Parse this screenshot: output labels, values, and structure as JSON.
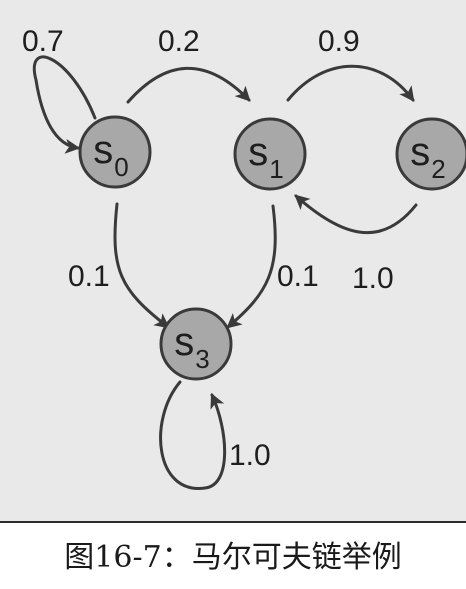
{
  "states": [
    {
      "id": "s0",
      "base": "s",
      "sub": "0"
    },
    {
      "id": "s1",
      "base": "s",
      "sub": "1"
    },
    {
      "id": "s2",
      "base": "s",
      "sub": "2"
    },
    {
      "id": "s3",
      "base": "s",
      "sub": "3"
    }
  ],
  "transitions": [
    {
      "from": "s0",
      "to": "s0",
      "label": "0.7"
    },
    {
      "from": "s0",
      "to": "s1",
      "label": "0.2"
    },
    {
      "from": "s1",
      "to": "s2",
      "label": "0.9"
    },
    {
      "from": "s2",
      "to": "s1",
      "label": "1.0"
    },
    {
      "from": "s0",
      "to": "s3",
      "label": "0.1"
    },
    {
      "from": "s1",
      "to": "s3",
      "label": "0.1"
    },
    {
      "from": "s3",
      "to": "s3",
      "label": "1.0"
    }
  ],
  "caption": "图16-7：马尔可夫链举例",
  "colors": {
    "node_fill": "#a8a8a8",
    "stroke": "#3a3a3a",
    "background": "#e9e9e9"
  }
}
